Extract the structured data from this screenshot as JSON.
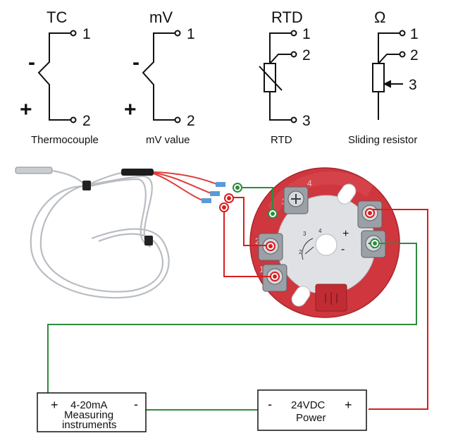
{
  "symbols": {
    "tc": {
      "title": "TC",
      "caption": "Thermocouple",
      "minus": "-",
      "plus": "+",
      "pin1": "1",
      "pin2": "2"
    },
    "mv": {
      "title": "mV",
      "caption": "mV value",
      "minus": "-",
      "plus": "+",
      "pin1": "1",
      "pin2": "2"
    },
    "rtd": {
      "title": "RTD",
      "caption": "RTD",
      "pin1": "1",
      "pin2": "2",
      "pin3": "3"
    },
    "ohm": {
      "title": "Ω",
      "caption": "Sliding resistor",
      "pin1": "1",
      "pin2": "2",
      "pin3": "3"
    }
  },
  "transmitter": {
    "terminal_labels": [
      "1",
      "2",
      "3",
      "4"
    ],
    "plus": "+",
    "minus": "-"
  },
  "measuring_box": {
    "plus": "+",
    "minus": "-",
    "line1": "4-20mA",
    "line2": "Measuring",
    "line3": "instruments"
  },
  "power_box": {
    "minus": "-",
    "plus": "+",
    "line1": "24VDC",
    "line2": "Power"
  },
  "colors": {
    "red_wire": "#d81e1e",
    "green_wire": "#2e8b3e",
    "housing": "#d0363e",
    "ink": "#111111"
  }
}
